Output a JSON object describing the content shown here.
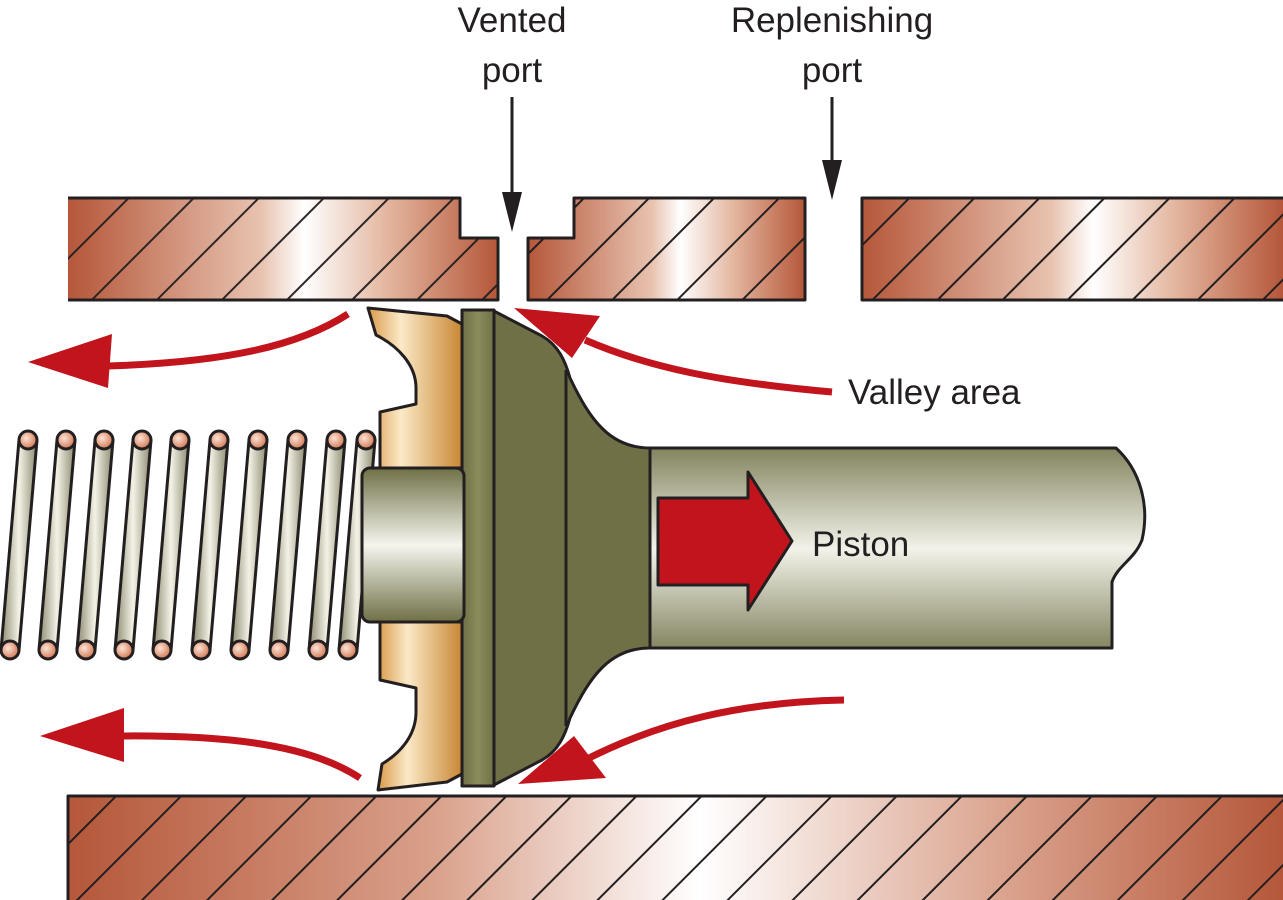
{
  "labels": {
    "vented_port_line1": "Vented",
    "vented_port_line2": "port",
    "replenishing_port_line1": "Replenishing",
    "replenishing_port_line2": "port",
    "valley_area": "Valley area",
    "piston": "Piston"
  },
  "colors": {
    "housing_dark": "#b5573a",
    "housing_light": "#ffffff",
    "piston_olive": "#6f7046",
    "piston_highlight": "#f2f2ea",
    "seal_gold": "#d99a4a",
    "seal_light": "#fbe9c7",
    "spring_wire": "#8d8b70",
    "spring_end": "#e8a584",
    "flow_arrow_red": "#c1141c",
    "outline": "#231f20"
  },
  "icons": {
    "flow_arrows": "curved-arrow-icon",
    "port_pointers": "down-arrow-icon",
    "piston_direction": "right-arrow-icon"
  }
}
